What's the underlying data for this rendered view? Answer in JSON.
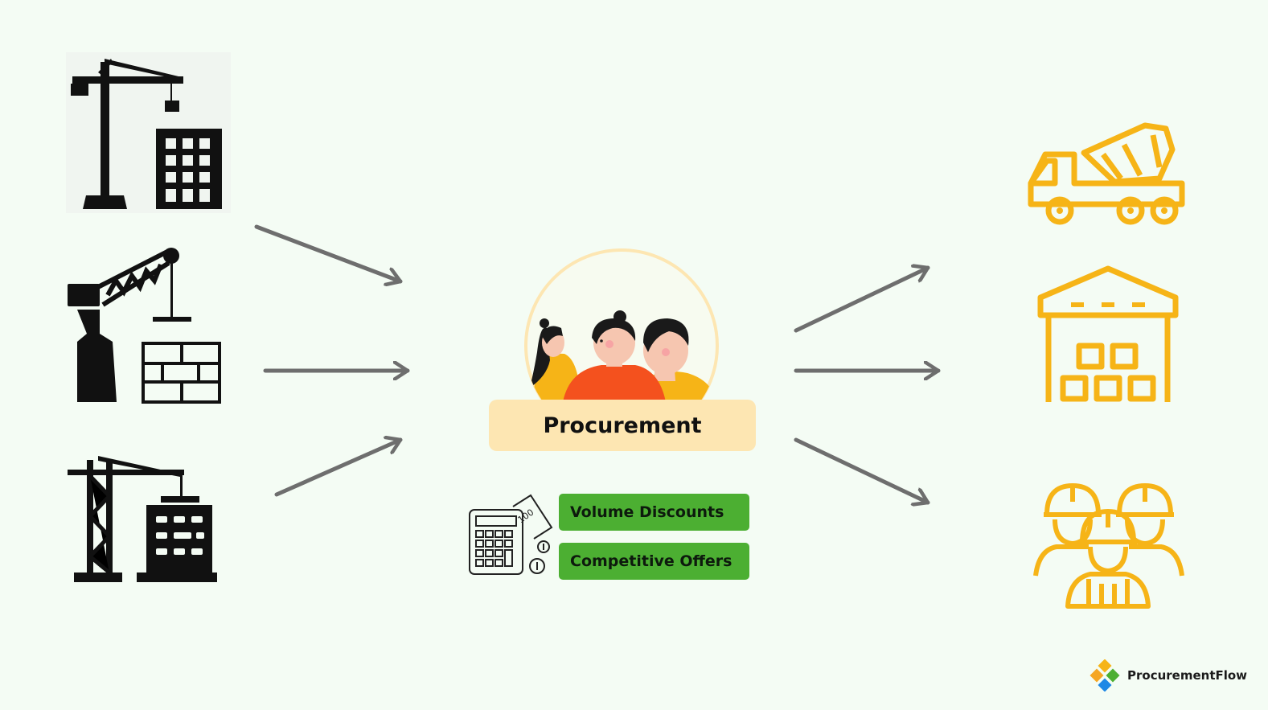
{
  "center": {
    "title": "Procurement",
    "benefits": [
      "Volume Discounts",
      "Competitive Offers"
    ]
  },
  "brand": {
    "name": "ProcurementFlow"
  },
  "colors": {
    "background": "#f4fcf4",
    "arrow": "#6e6e6e",
    "supplier": "#f6b417",
    "label_bg": "#fde6b2",
    "benefit_bg": "#4caf32",
    "black_icon": "#111111"
  },
  "icons": {
    "left": [
      "tower-crane-building-icon",
      "luffing-crane-brickwork-icon",
      "crane-office-building-icon"
    ],
    "right": [
      "concrete-mixer-truck-icon",
      "warehouse-icon",
      "construction-workers-icon"
    ],
    "center": [
      "procurement-team-illustration",
      "calculator-money-icon"
    ]
  }
}
